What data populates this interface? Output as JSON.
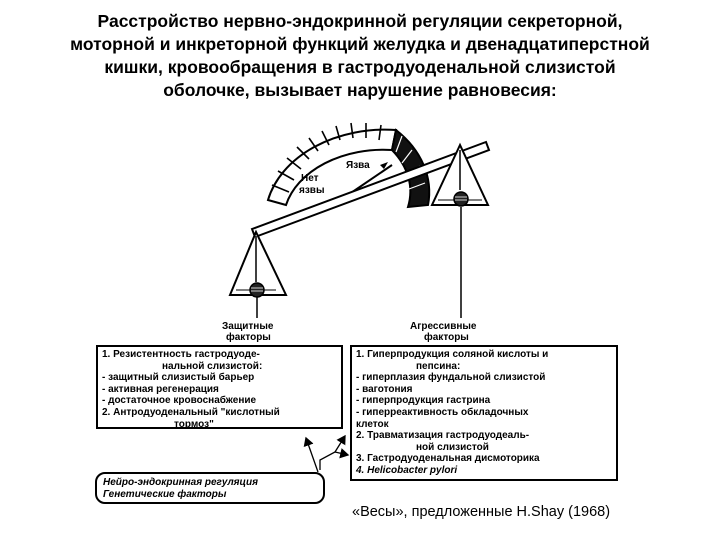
{
  "title": {
    "lines": [
      "Расстройство нервно-эндокринной регуляции секреторной,",
      "моторной и инкреторной функций желудка и двенадцатиперстной",
      "кишки, кровообращения в гастродуоденальной слизистой",
      "оболочке, вызывает нарушение равновесия:"
    ]
  },
  "gauge": {
    "no_ulcer_label": [
      "Нет",
      "язвы"
    ],
    "ulcer_label": "Язва"
  },
  "protective": {
    "heading": [
      "Защитные",
      "факторы"
    ],
    "items": [
      "1. Резистентность гастродуоде-",
      "нальной слизистой:",
      "- защитный слизистый барьер",
      "- активная регенерация",
      "- достаточное кровоснабжение",
      "2. Антродуоденальный \"кислотный",
      "тормоз\""
    ]
  },
  "aggressive": {
    "heading": [
      "Агрессивные",
      "факторы"
    ],
    "items": [
      "1. Гиперпродукция соляной кислоты и",
      "пепсина:",
      "- гиперплазия фундальной слизистой",
      "- ваготония",
      "- гиперпродукция гастрина",
      "- гиперреактивность обкладочных",
      "клеток",
      "2. Травматизация гастродуодеаль-",
      "ной слизистой",
      "3. Гастродуоденальная дисмоторика",
      "4. Helicobacter pylori"
    ]
  },
  "regulation": {
    "lines": [
      "Нейро-эндокринная регуляция",
      "Генетические факторы"
    ]
  },
  "caption": "«Весы», предложенные  H.Shay (1968)"
}
